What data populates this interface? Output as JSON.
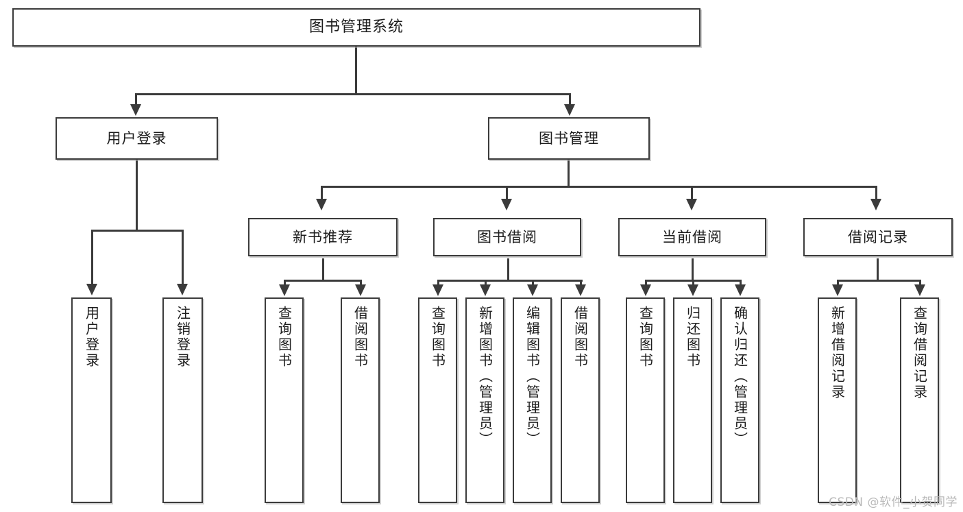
{
  "diagram": {
    "title": "图书管理系统",
    "watermark": "CSDN @软件_小贺同学",
    "colors": {
      "stroke": "#3b3b3b",
      "node_fill": "#ffffff",
      "background": "#ffffff",
      "watermark": "#b9b9b9"
    },
    "root": {
      "label": "图书管理系统"
    },
    "level2": [
      {
        "label": "用户登录"
      },
      {
        "label": "图书管理"
      }
    ],
    "level3": [
      {
        "label": "新书推荐"
      },
      {
        "label": "图书借阅"
      },
      {
        "label": "当前借阅"
      },
      {
        "label": "借阅记录"
      }
    ],
    "leaves": {
      "user_login": [
        {
          "label": "用户登录"
        },
        {
          "label": "注销登录"
        }
      ],
      "new_book_recommend": [
        {
          "label": "查询图书"
        },
        {
          "label": "借阅图书"
        }
      ],
      "book_borrow": [
        {
          "label": "查询图书"
        },
        {
          "label": "新增图书（管理员）"
        },
        {
          "label": "编辑图书（管理员）"
        },
        {
          "label": "借阅图书"
        }
      ],
      "current_borrow": [
        {
          "label": "查询图书"
        },
        {
          "label": "归还图书"
        },
        {
          "label": "确认归还（管理员）"
        }
      ],
      "borrow_record": [
        {
          "label": "新增借阅记录"
        },
        {
          "label": "查询借阅记录"
        }
      ]
    }
  }
}
